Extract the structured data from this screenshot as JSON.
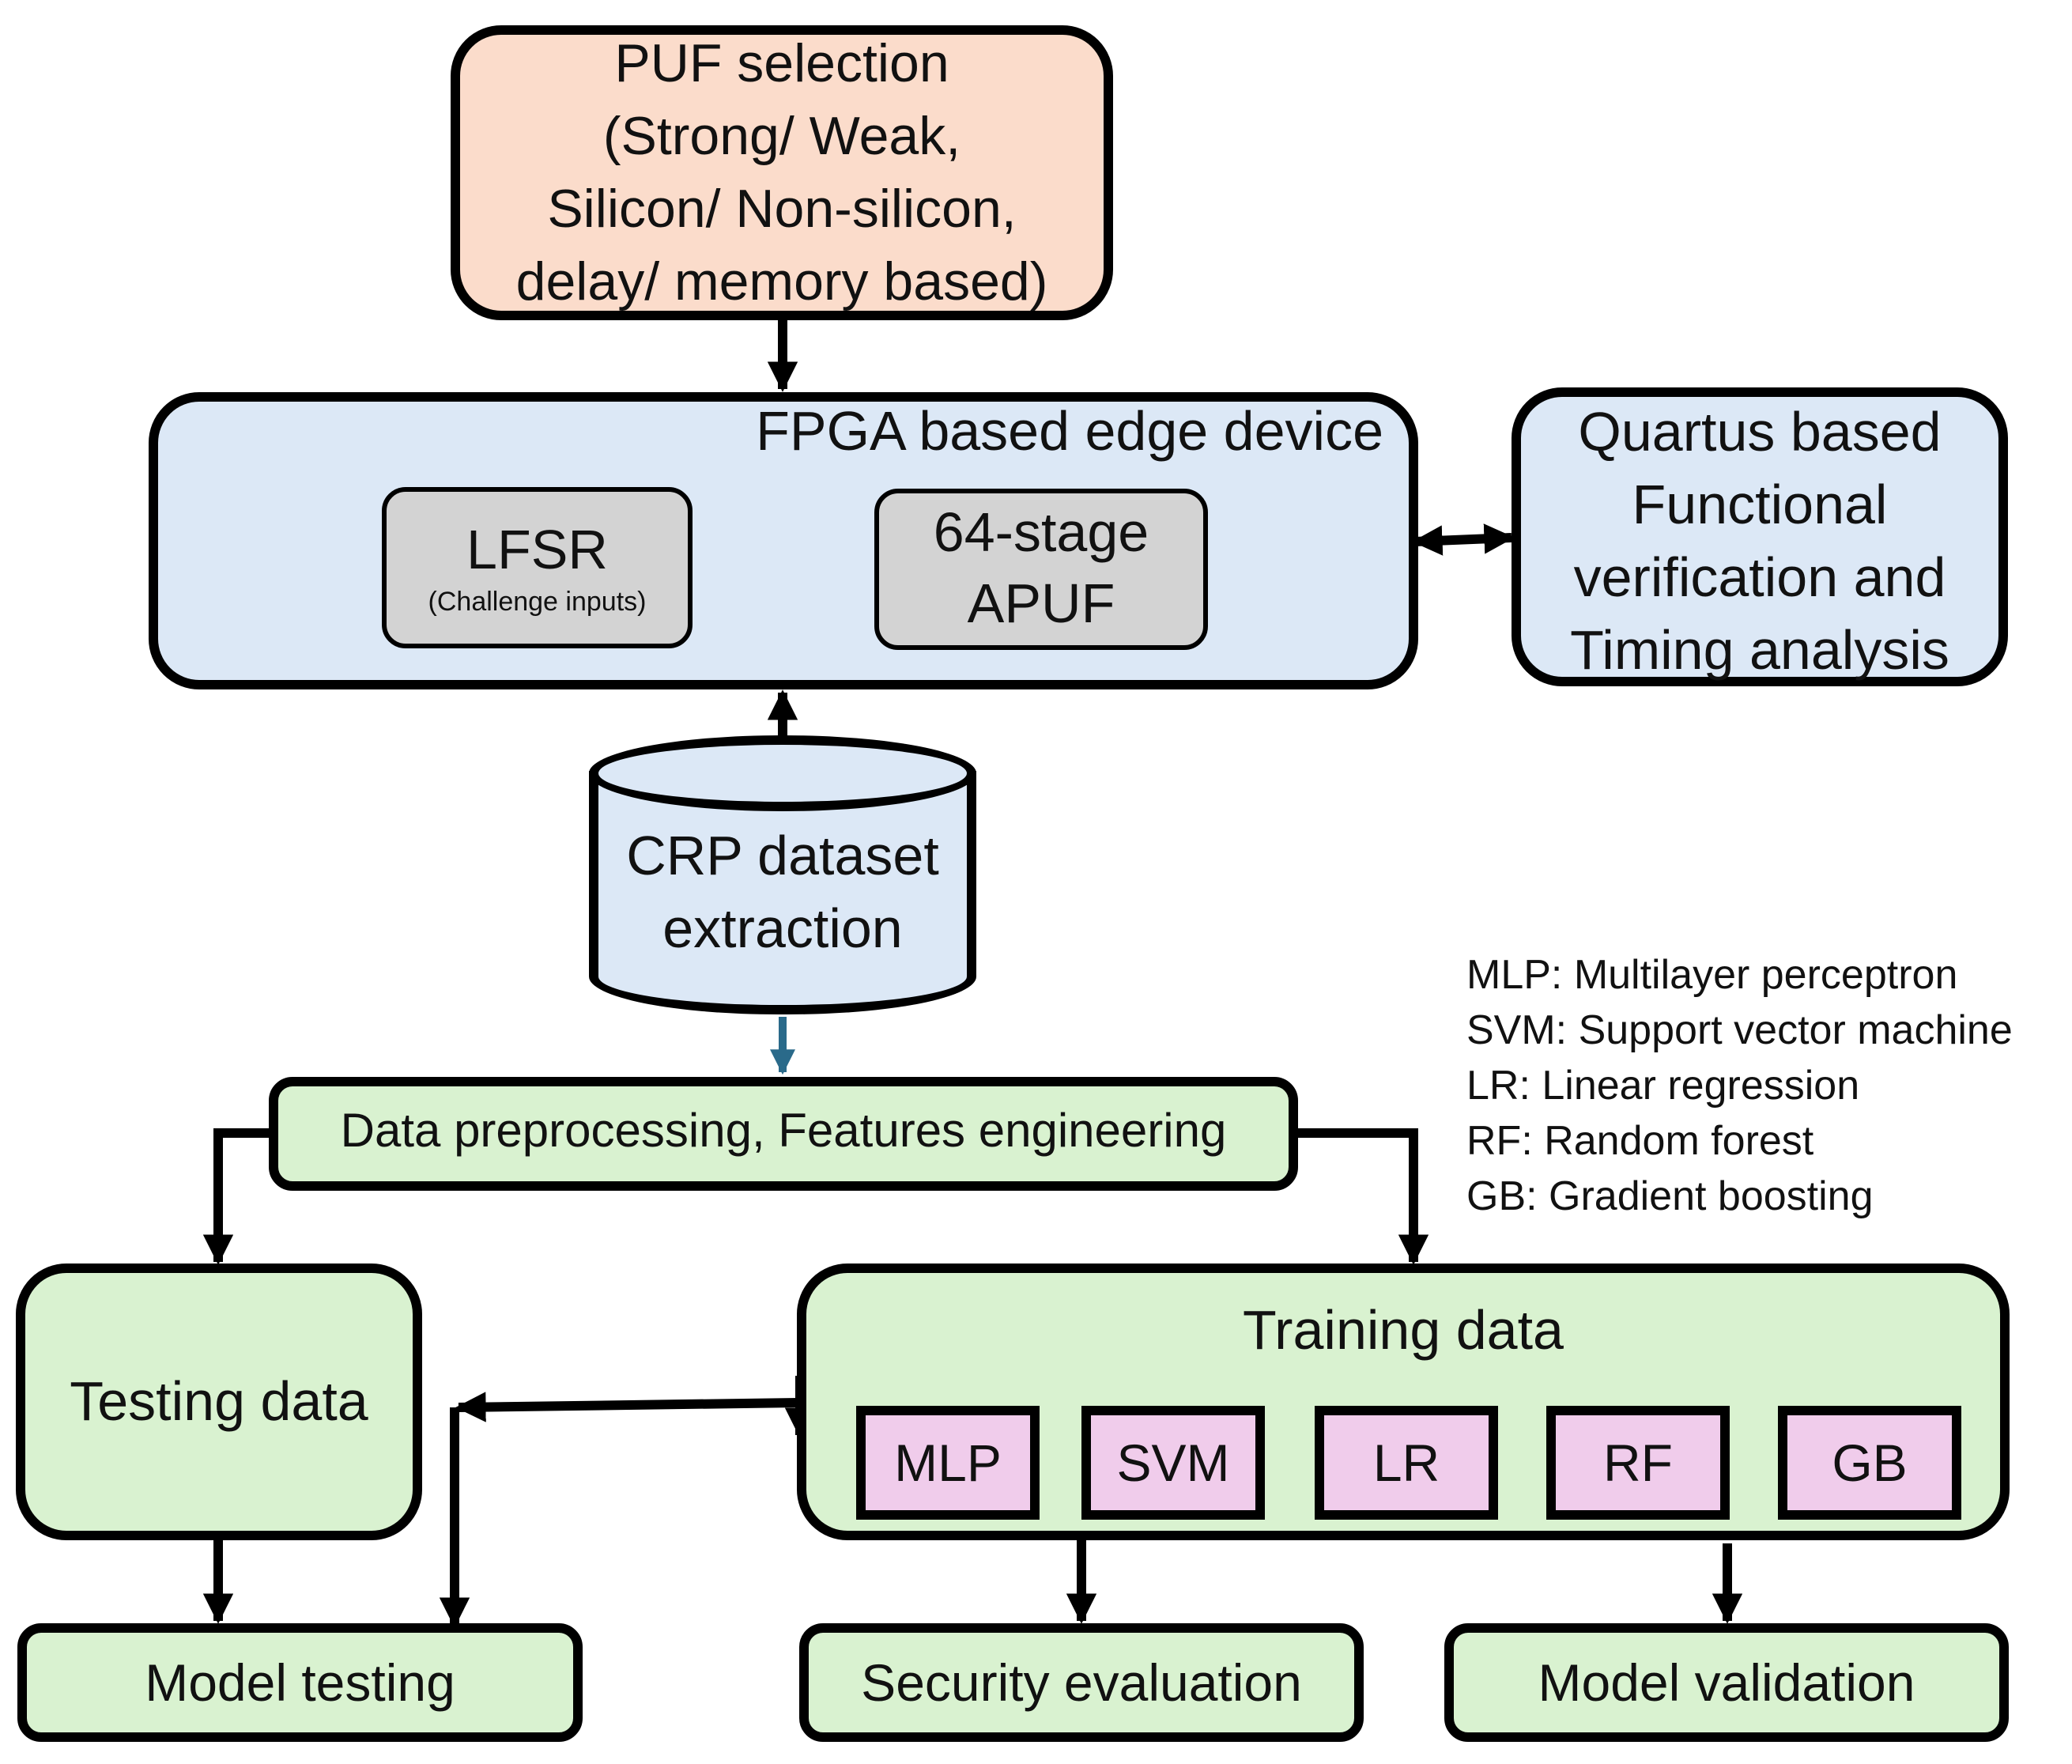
{
  "puf_selection": {
    "lines": [
      "PUF selection",
      "(Strong/ Weak,",
      "Silicon/ Non-silicon,",
      "delay/ memory based)"
    ]
  },
  "fpga": {
    "title": "FPGA based edge device",
    "lfsr_label": "LFSR",
    "lfsr_sub": "(Challenge inputs)",
    "apuf_lines": [
      "64-stage",
      "APUF"
    ]
  },
  "quartus": {
    "lines": [
      "Quartus based",
      "Functional",
      "verification and",
      "Timing analysis"
    ]
  },
  "crp": {
    "lines": [
      "CRP dataset",
      "extraction"
    ]
  },
  "preprocessing": {
    "label": "Data preprocessing, Features engineering"
  },
  "testing_data": {
    "label": "Testing data"
  },
  "training_data": {
    "title": "Training data",
    "models": [
      "MLP",
      "SVM",
      "LR",
      "RF",
      "GB"
    ]
  },
  "outputs": {
    "model_testing": "Model testing",
    "security_evaluation": "Security evaluation",
    "model_validation": "Model validation"
  },
  "legend": [
    "MLP: Multilayer perceptron",
    "SVM: Support vector machine",
    "LR: Linear regression",
    "RF: Random forest",
    "GB: Gradient boosting"
  ],
  "colors": {
    "peach": "#fbdccb",
    "blue": "#dce8f6",
    "green": "#d9f2d0",
    "grey": "#d3d3d3",
    "pink": "#f0cceb",
    "teal_arrow": "#2a6a8a"
  }
}
